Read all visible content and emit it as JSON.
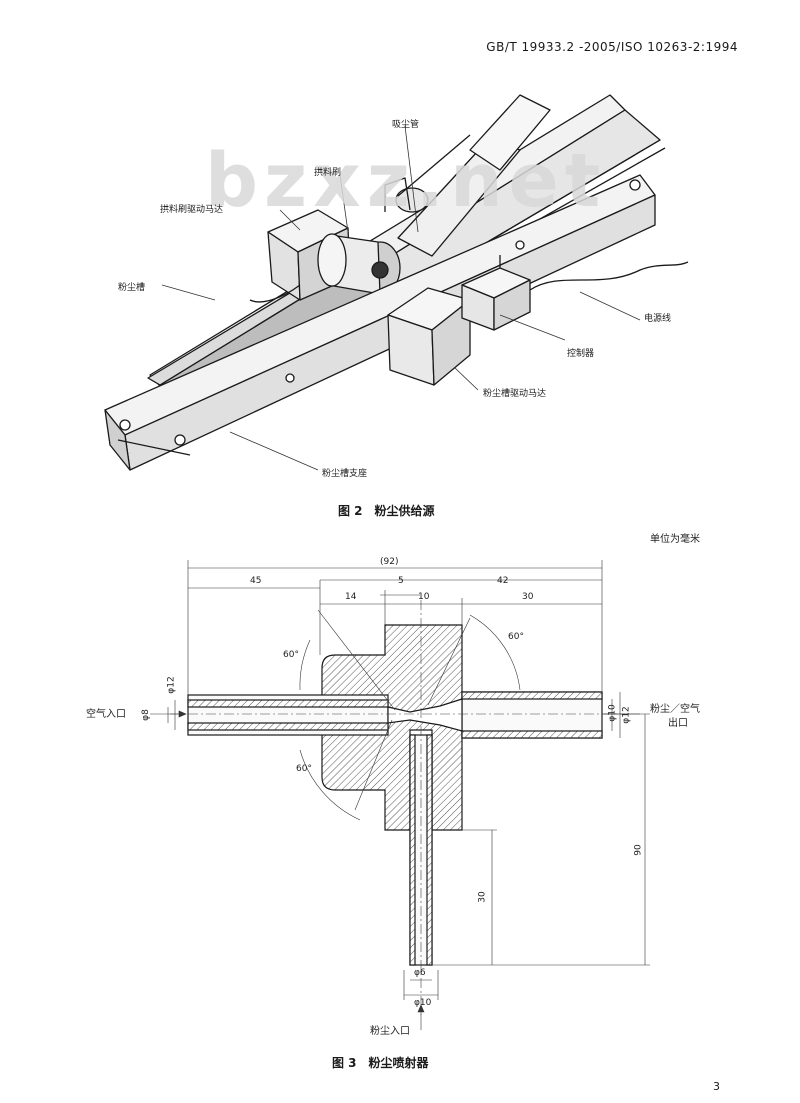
{
  "header": {
    "standard_no": "GB/T 19933.2 -2005/ISO 10263-2:1994"
  },
  "watermark": {
    "text": "bzxz.net"
  },
  "figure2": {
    "caption": "图 2　粉尘供给源",
    "labels": {
      "suction_pipe": "吸尘管",
      "brush": "拱料刷",
      "brush_motor": "拱料刷驱动马达",
      "dust_trough": "粉尘槽",
      "power_line": "电源线",
      "controller": "控制器",
      "trough_motor": "粉尘槽驱动马达",
      "base": "粉尘槽支座"
    }
  },
  "figure3": {
    "unit_note": "单位为毫米",
    "caption": "图 3　粉尘喷射器",
    "labels": {
      "air_inlet": "空气入口",
      "outlet_line1": "粉尘／空气",
      "outlet_line2": "出口",
      "dust_inlet": "粉尘入口"
    },
    "dimensions": {
      "overall": "(92)",
      "d45": "45",
      "d5": "5",
      "d42": "42",
      "d14": "14",
      "d10": "10",
      "d30": "30",
      "angle_tl": "60°",
      "angle_tr": "60°",
      "angle_bl": "60°",
      "phi12": "φ12",
      "phi8": "φ8",
      "phi10": "φ10",
      "phi12_right": "φ12",
      "v90": "90",
      "v30": "30",
      "phi6": "φ6",
      "phi10_bottom": "φ10"
    }
  },
  "page": {
    "number": "3"
  }
}
